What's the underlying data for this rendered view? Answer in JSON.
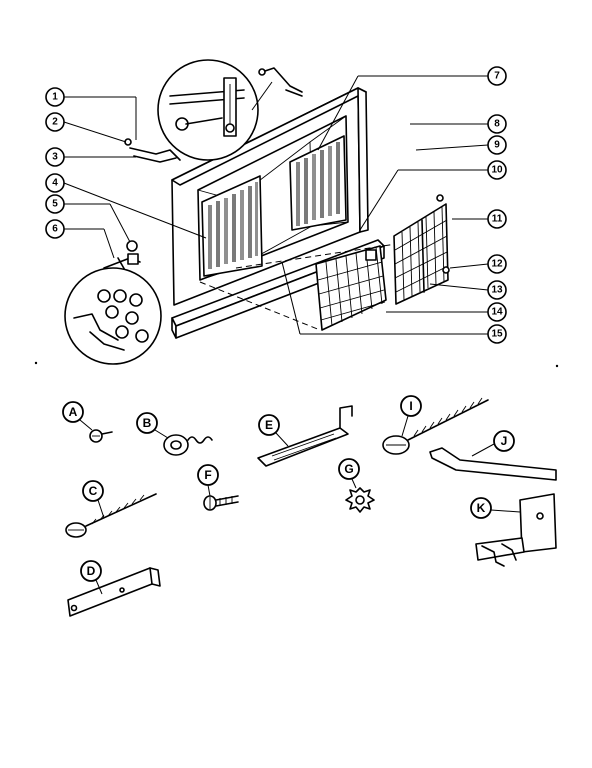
{
  "numeric_callouts": [
    "1",
    "2",
    "3",
    "4",
    "5",
    "6",
    "7",
    "8",
    "9",
    "10",
    "11",
    "12",
    "13",
    "14",
    "15"
  ],
  "letter_callouts": [
    "A",
    "B",
    "C",
    "D",
    "E",
    "F",
    "G",
    "I",
    "J",
    "K"
  ],
  "colors": {
    "ink": "#000000",
    "paper": "#ffffff"
  }
}
